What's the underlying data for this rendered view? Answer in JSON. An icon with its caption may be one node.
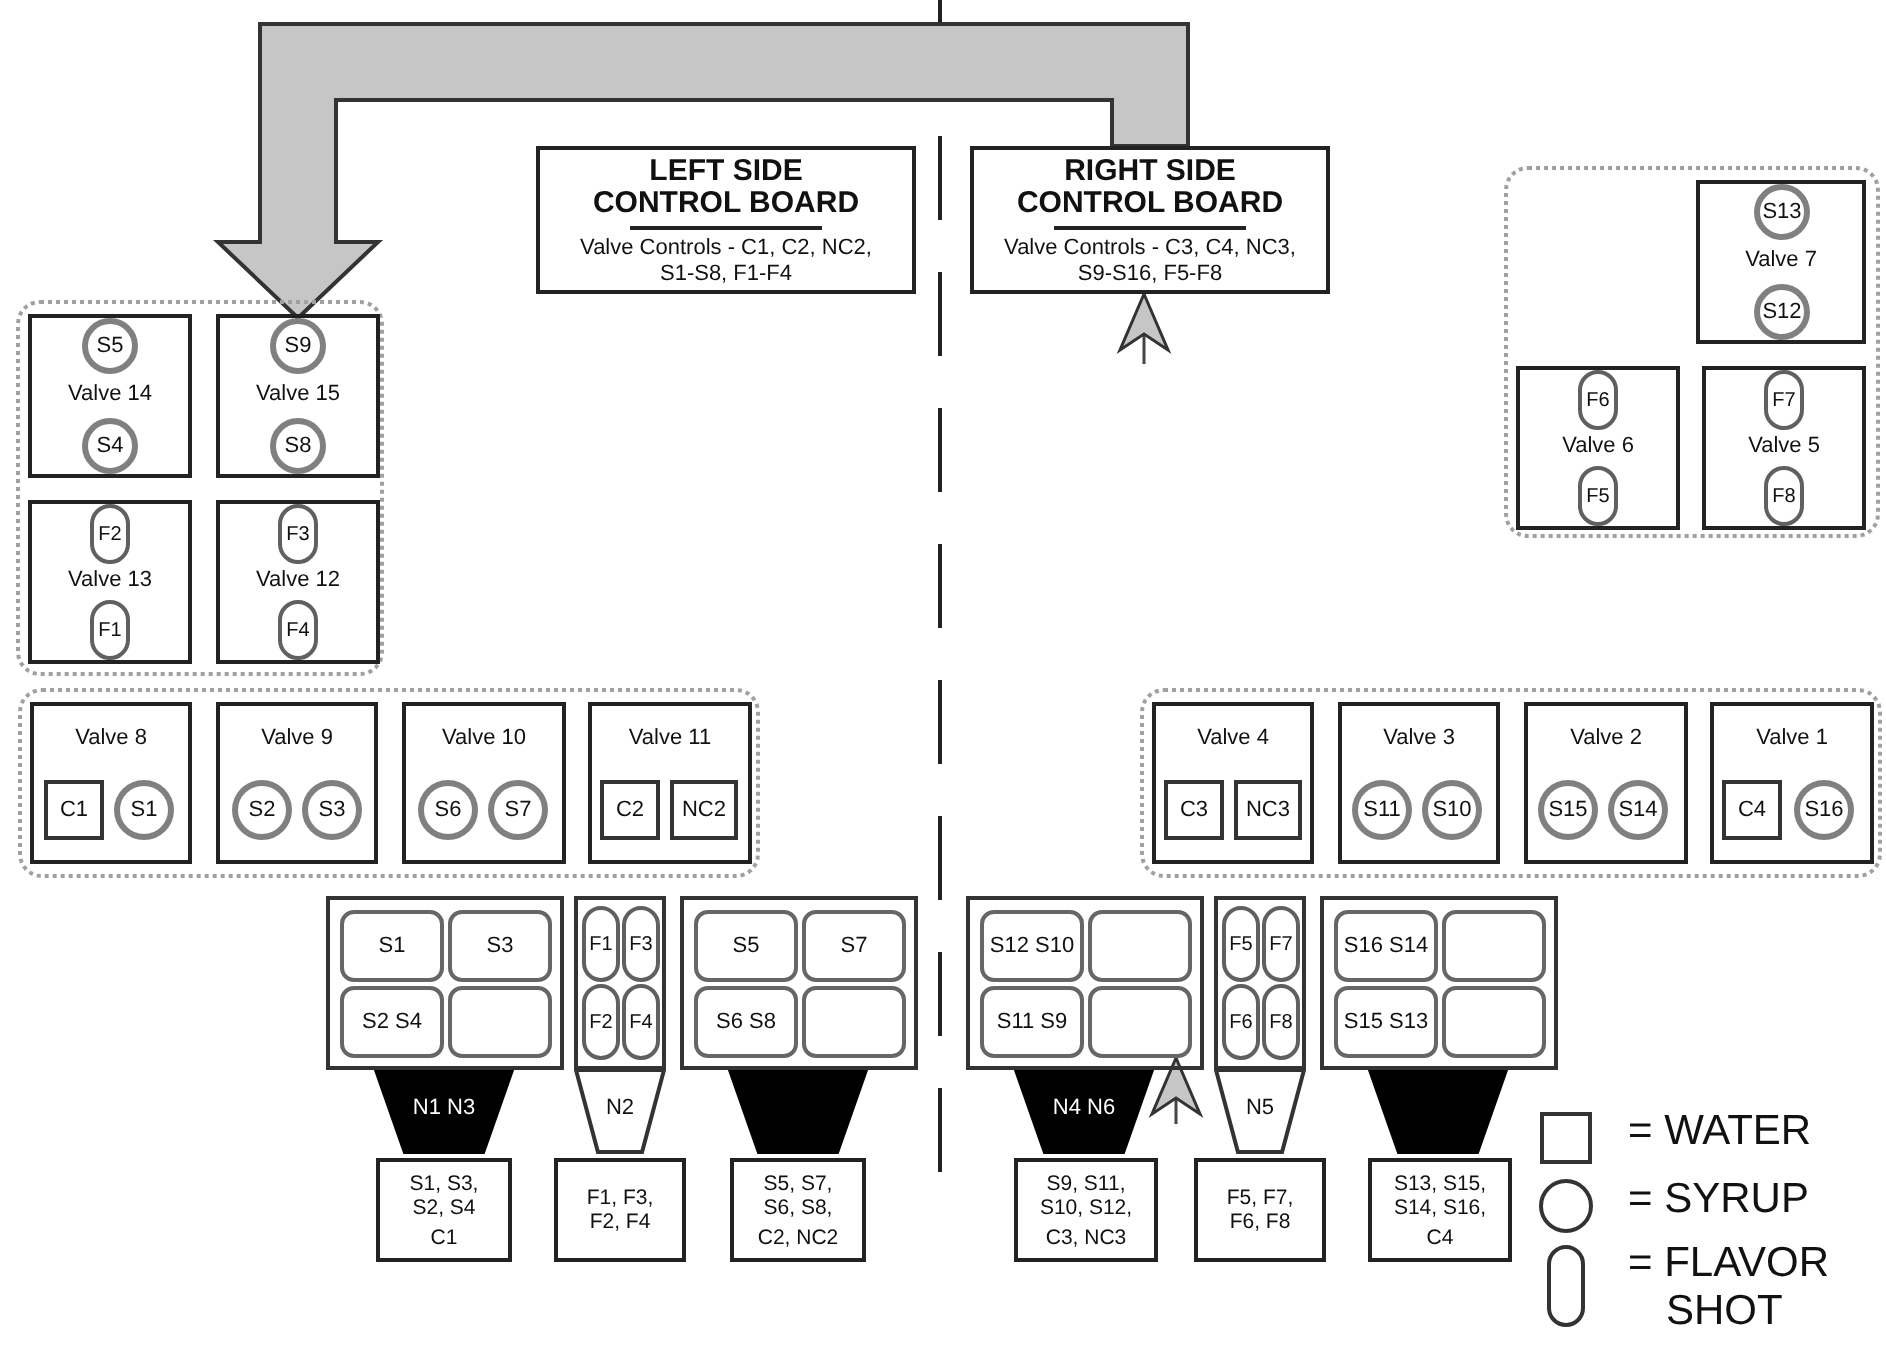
{
  "diagram": {
    "nodes": [
      {
        "text": [
          "LEFT SIDE CONTROL BOARD",
          "Valve Controls - C1, C2, NC2, S1-S8, F1-F4"
        ]
      },
      {
        "text": [
          "RIGHT SIDE CONTROL BOARD",
          "Valve Controls - C3, C4, NC3, S9-S16, F5-F8"
        ]
      },
      {
        "text": [],
        "shape": "box"
      },
      {
        "text": [
          "Valve 14"
        ],
        "in": 2
      },
      {
        "text": [
          "S5"
        ],
        "in": 3
      },
      {
        "text": [
          "S4"
        ],
        "in": 3
      },
      {
        "text": [
          "Valve 15"
        ],
        "in": 2
      },
      {
        "text": [
          "S9"
        ],
        "in": 6
      },
      {
        "text": [
          "S8"
        ],
        "in": 6
      },
      {
        "text": [
          "Valve 13"
        ],
        "in": 2
      },
      {
        "text": [
          "F2"
        ],
        "in": 9
      },
      {
        "text": [
          "F1"
        ],
        "in": 9
      },
      {
        "text": [
          "Valve 12"
        ],
        "in": 2
      },
      {
        "text": [
          "F3"
        ],
        "in": 12
      },
      {
        "text": [
          "F4"
        ],
        "in": 12
      },
      {
        "text": [],
        "shape": "box"
      },
      {
        "text": [
          "Valve 7"
        ],
        "in": 15
      },
      {
        "text": [
          "S13"
        ],
        "in": 16
      },
      {
        "text": [
          "S12"
        ],
        "in": 16
      },
      {
        "text": [
          "Valve 6"
        ],
        "in": 15
      },
      {
        "text": [
          "F6"
        ],
        "in": 19
      },
      {
        "text": [
          "F5"
        ],
        "in": 19
      },
      {
        "text": [
          "Valve 5"
        ],
        "in": 15
      },
      {
        "text": [
          "F7"
        ],
        "in": 22
      },
      {
        "text": [
          "F8"
        ],
        "in": 22
      },
      {
        "text": [],
        "shape": "box"
      },
      {
        "text": [
          "Valve 8"
        ],
        "in": 25
      },
      {
        "text": [
          "C1"
        ],
        "in": 26
      },
      {
        "text": [
          "S1"
        ],
        "in": 26
      },
      {
        "text": [
          "Valve 9"
        ],
        "in": 25
      },
      {
        "text": [
          "S2"
        ],
        "in": 29
      },
      {
        "text": [
          "S3"
        ],
        "in": 29
      },
      {
        "text": [
          "Valve 10"
        ],
        "in": 25
      },
      {
        "text": [
          "S6"
        ],
        "in": 32
      },
      {
        "text": [
          "S7"
        ],
        "in": 32
      },
      {
        "text": [
          "Valve 11"
        ],
        "in": 25
      },
      {
        "text": [
          "C2"
        ],
        "in": 35
      },
      {
        "text": [
          "NC2"
        ],
        "in": 35
      },
      {
        "text": [],
        "shape": "box"
      },
      {
        "text": [
          "Valve 4"
        ],
        "in": 38
      },
      {
        "text": [
          "C3"
        ],
        "in": 39
      },
      {
        "text": [
          "NC3"
        ],
        "in": 39
      },
      {
        "text": [
          "Valve 3"
        ],
        "in": 38
      },
      {
        "text": [
          "S11"
        ],
        "in": 42
      },
      {
        "text": [
          "S10"
        ],
        "in": 42
      },
      {
        "text": [
          "Valve 2"
        ],
        "in": 38
      },
      {
        "text": [
          "S15"
        ],
        "in": 45
      },
      {
        "text": [
          "S14"
        ],
        "in": 45
      },
      {
        "text": [
          "Valve 1"
        ],
        "in": 38
      },
      {
        "text": [
          "C4"
        ],
        "in": 48
      },
      {
        "text": [
          "S16"
        ],
        "in": 48
      },
      {
        "text": [],
        "shape": "box"
      },
      {
        "text": [
          "S1"
        ],
        "in": 51
      },
      {
        "text": [
          "S3"
        ],
        "in": 51
      },
      {
        "text": [
          "S2 S4"
        ],
        "in": 51
      },
      {
        "text": [],
        "shape": "box",
        "in": 51
      },
      {
        "text": [],
        "shape": "box"
      },
      {
        "text": [
          "F1"
        ],
        "in": 56
      },
      {
        "text": [
          "F3"
        ],
        "in": 56
      },
      {
        "text": [
          "F2"
        ],
        "in": 56
      },
      {
        "text": [
          "F4"
        ],
        "in": 56
      },
      {
        "text": [],
        "shape": "box"
      },
      {
        "text": [
          "S5"
        ],
        "in": 61
      },
      {
        "text": [
          "S7"
        ],
        "in": 61
      },
      {
        "text": [
          "S6 S8"
        ],
        "in": 61
      },
      {
        "text": [],
        "shape": "box",
        "in": 61
      },
      {
        "text": [],
        "shape": "box"
      },
      {
        "text": [
          "S12 S10"
        ],
        "in": 66
      },
      {
        "text": [],
        "shape": "box",
        "in": 66
      },
      {
        "text": [
          "S11 S9"
        ],
        "in": 66
      },
      {
        "text": [],
        "shape": "box",
        "in": 66
      },
      {
        "text": [],
        "shape": "box"
      },
      {
        "text": [
          "F5"
        ],
        "in": 71
      },
      {
        "text": [
          "F7"
        ],
        "in": 71
      },
      {
        "text": [
          "F6"
        ],
        "in": 71
      },
      {
        "text": [
          "F8"
        ],
        "in": 71
      },
      {
        "text": [],
        "shape": "box"
      },
      {
        "text": [
          "S16 S14"
        ],
        "in": 76
      },
      {
        "text": [],
        "shape": "box",
        "in": 76
      },
      {
        "text": [
          "S15 S13"
        ],
        "in": 76
      },
      {
        "text": [],
        "shape": "box",
        "in": 76
      },
      {
        "text": [
          "N1 N3"
        ]
      },
      {
        "text": [
          "N2"
        ]
      },
      {
        "text": [],
        "shape": "trapezoid"
      },
      {
        "text": [
          "N4 N6"
        ]
      },
      {
        "text": [
          "N5"
        ]
      },
      {
        "text": [],
        "shape": "trapezoid"
      },
      {
        "text": [
          "S1, S3, S2, S4",
          "C1"
        ]
      },
      {
        "text": [
          "F1, F3, F2, F4"
        ]
      },
      {
        "text": [
          "S5, S7, S6, S8,",
          "C2, NC2"
        ]
      },
      {
        "text": [
          "S9, S11, S10, S12,",
          "C3, NC3"
        ]
      },
      {
        "text": [
          "F5, F7, F6, F8"
        ]
      },
      {
        "text": [
          "S13, S15, S14, S16,",
          "C4"
        ]
      }
    ],
    "edges": [
      {
        "from": 1,
        "to": 7,
        "arrow": "to",
        "style": "thick"
      },
      {
        "from": null,
        "to": 1,
        "arrow": "to"
      },
      {
        "from": null,
        "to": 70,
        "arrow": "to"
      }
    ],
    "legend": [
      {
        "text": "= WATER"
      },
      {
        "text": "= SYRUP"
      },
      {
        "text": "= FLAVOR SHOT"
      }
    ]
  }
}
